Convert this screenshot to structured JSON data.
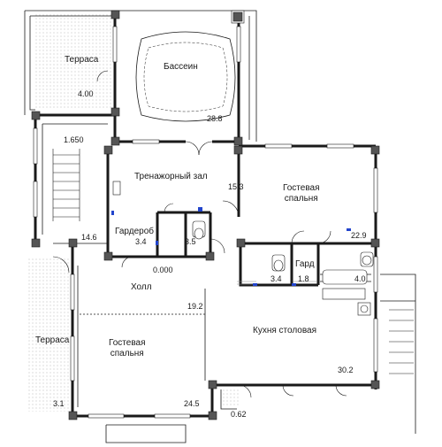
{
  "rooms": {
    "terrace_top": "Терраса",
    "pool": "Бассеин",
    "gym": "Тренажорный зал",
    "guest_bedroom_1": [
      "Гостевая",
      "спальня"
    ],
    "wardrobe": "Гардероб",
    "hall": "Холл",
    "terrace_left": "Терраса",
    "guest_bedroom_2": [
      "Гостевая",
      "спальня"
    ],
    "kitchen_dining": "Кухня столовая",
    "gard": "Гард"
  },
  "areas": {
    "terrace_top": "4.00",
    "pool": "28.8",
    "stair_level": "1.650",
    "gym": "15.3",
    "stair_landing": "14.6",
    "wardrobe": "3.4",
    "bathroom_1": "3.5",
    "guest_bedroom_1": "22.9",
    "floor_level": "0.000",
    "bathroom_2": "3.4",
    "gard": "1.8",
    "bathroom_3": "4.0",
    "hall": "19.2",
    "terrace_left": "3.1",
    "guest_bedroom_2": "24.5",
    "porch": "0.62",
    "kitchen": "30.2"
  },
  "colors": {
    "wall": "#1a1a1a",
    "column": "#555555",
    "hatch": "#8a8a8a",
    "marker": "#2244cc",
    "paving": "#bdbdbd"
  }
}
